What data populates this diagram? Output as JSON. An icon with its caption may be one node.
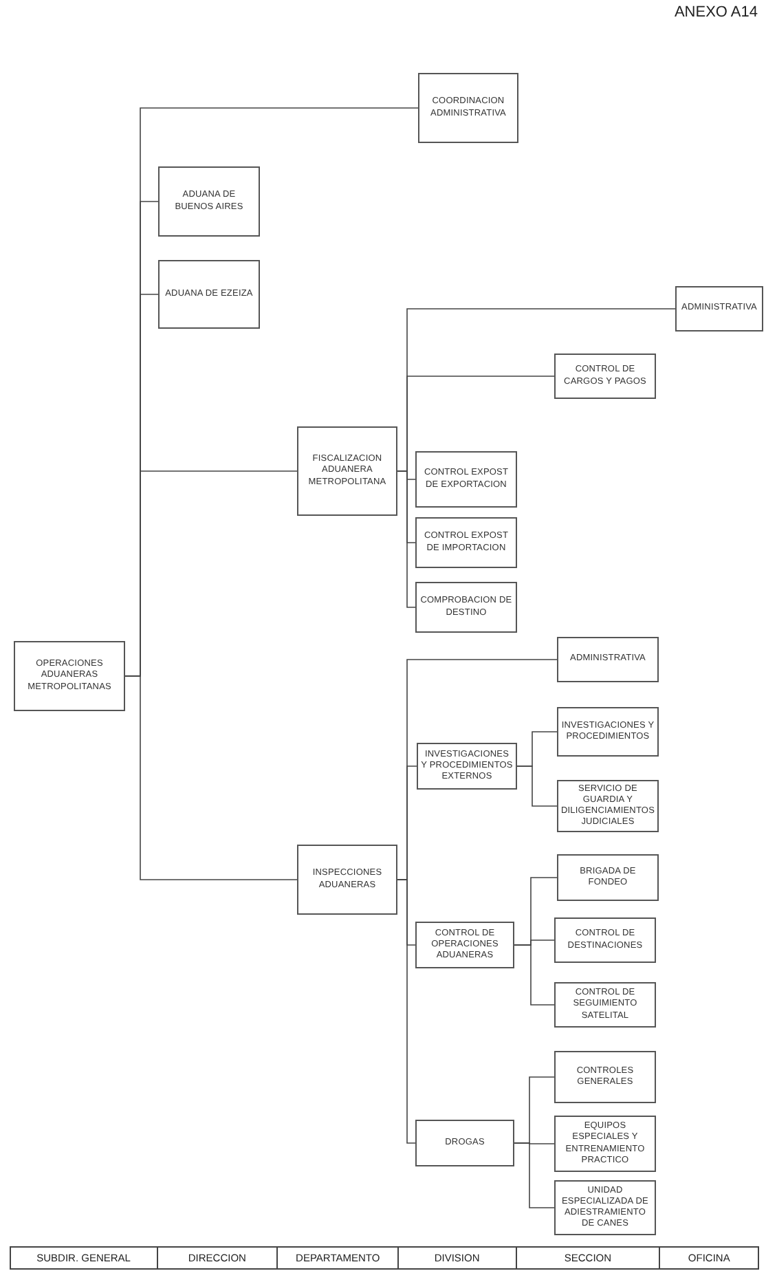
{
  "diagram": {
    "nodes": [
      {
        "text": [
          "OPERACIONES ADUANERAS METROPOLITANAS"
        ]
      },
      {
        "text": [
          "COORDINACION ADMINISTRATIVA"
        ]
      },
      {
        "text": [
          "ADUANA DE BUENOS AIRES"
        ]
      },
      {
        "text": [
          "ADUANA DE EZEIZA"
        ]
      },
      {
        "text": [
          "FISCALIZACION ADUANERA METROPOLITANA"
        ]
      },
      {
        "text": [
          "ADMINISTRATIVA"
        ]
      },
      {
        "text": [
          "CONTROL DE CARGOS Y PAGOS"
        ]
      },
      {
        "text": [
          "CONTROL EXPOST DE EXPORTACION"
        ]
      },
      {
        "text": [
          "CONTROL EXPOST DE IMPORTACION"
        ]
      },
      {
        "text": [
          "COMPROBACION DE DESTINO"
        ]
      },
      {
        "text": [
          "INSPECCIONES ADUANERAS"
        ]
      },
      {
        "text": [
          "ADMINISTRATIVA"
        ]
      },
      {
        "text": [
          "INVESTIGACIONES Y PROCEDIMIENTOS EXTERNOS"
        ]
      },
      {
        "text": [
          "INVESTIGACIONES Y PROCEDIMIENTOS"
        ]
      },
      {
        "text": [
          "SERVICIO DE GUARDIA Y DILIGENCIAMIENTOS JUDICIALES"
        ]
      },
      {
        "text": [
          "CONTROL DE OPERACIONES ADUANERAS"
        ]
      },
      {
        "text": [
          "BRIGADA DE FONDEO"
        ]
      },
      {
        "text": [
          "CONTROL DE DESTINACIONES"
        ]
      },
      {
        "text": [
          "CONTROL DE SEGUIMIENTO SATELITAL"
        ]
      },
      {
        "text": [
          "DROGAS"
        ]
      },
      {
        "text": [
          "CONTROLES GENERALES"
        ]
      },
      {
        "text": [
          "EQUIPOS ESPECIALES Y ENTRENAMIENTO PRACTICO"
        ]
      },
      {
        "text": [
          "UNIDAD ESPECIALIZADA DE ADIESTRAMIENTO DE CANES"
        ]
      }
    ],
    "edges": [
      {
        "from": 0,
        "to": 1,
        "arrow": "none"
      },
      {
        "from": 0,
        "to": 2,
        "arrow": "none"
      },
      {
        "from": 0,
        "to": 3,
        "arrow": "none"
      },
      {
        "from": 0,
        "to": 4,
        "arrow": "none"
      },
      {
        "from": 0,
        "to": 10,
        "arrow": "none"
      },
      {
        "from": 4,
        "to": 5,
        "arrow": "none"
      },
      {
        "from": 4,
        "to": 6,
        "arrow": "none"
      },
      {
        "from": 4,
        "to": 7,
        "arrow": "none"
      },
      {
        "from": 4,
        "to": 8,
        "arrow": "none"
      },
      {
        "from": 4,
        "to": 9,
        "arrow": "none"
      },
      {
        "from": 10,
        "to": 11,
        "arrow": "none"
      },
      {
        "from": 10,
        "to": 12,
        "arrow": "none"
      },
      {
        "from": 10,
        "to": 15,
        "arrow": "none"
      },
      {
        "from": 10,
        "to": 19,
        "arrow": "none"
      },
      {
        "from": 12,
        "to": 13,
        "arrow": "none"
      },
      {
        "from": 12,
        "to": 14,
        "arrow": "none"
      },
      {
        "from": 15,
        "to": 16,
        "arrow": "none"
      },
      {
        "from": 15,
        "to": 17,
        "arrow": "none"
      },
      {
        "from": 15,
        "to": 18,
        "arrow": "none"
      },
      {
        "from": 19,
        "to": 20,
        "arrow": "none"
      },
      {
        "from": 19,
        "to": 21,
        "arrow": "none"
      },
      {
        "from": 19,
        "to": 22,
        "arrow": "none"
      }
    ],
    "labels": [
      "ANEXO A14",
      "SUBDIR. GENERAL",
      "DIRECCION",
      "DEPARTAMENTO",
      "DIVISION",
      "SECCION",
      "OFICINA"
    ]
  }
}
